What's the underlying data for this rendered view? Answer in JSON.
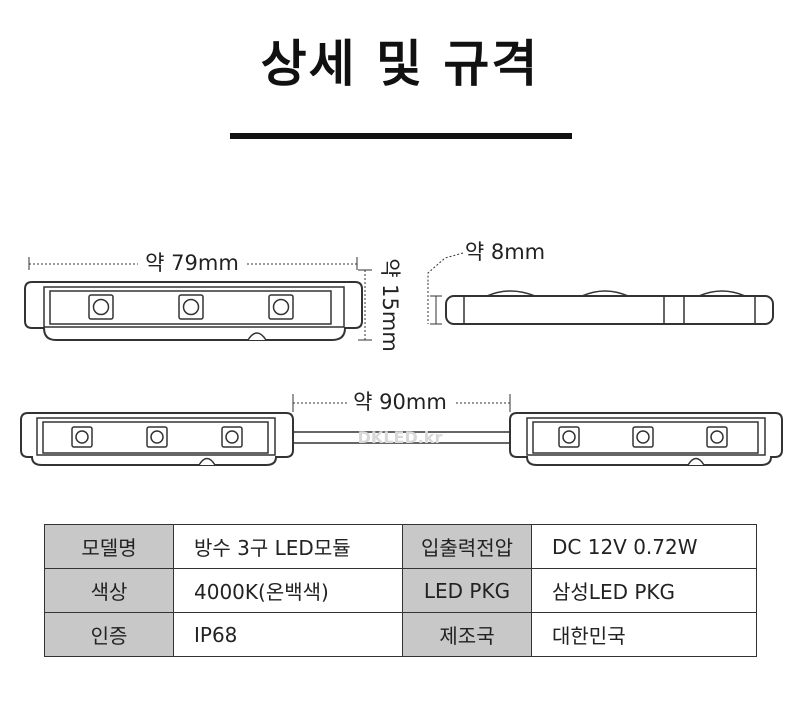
{
  "title": "상세 및 규격",
  "dimensions": {
    "length": "약 79mm",
    "height": "약 15mm",
    "thickness": "약 8mm",
    "spacing": "약 90mm"
  },
  "watermark": "DKLED.kr",
  "specs": [
    {
      "label1": "모델명",
      "value1": "방수 3구 LED모듈",
      "label2": "입출력전압",
      "value2": "DC 12V 0.72W"
    },
    {
      "label1": "색상",
      "value1": "4000K(온백색)",
      "label2": "LED PKG",
      "value2": "삼성LED PKG"
    },
    {
      "label1": "인증",
      "value1": "IP68",
      "label2": "제조국",
      "value2": "대한민국"
    }
  ]
}
